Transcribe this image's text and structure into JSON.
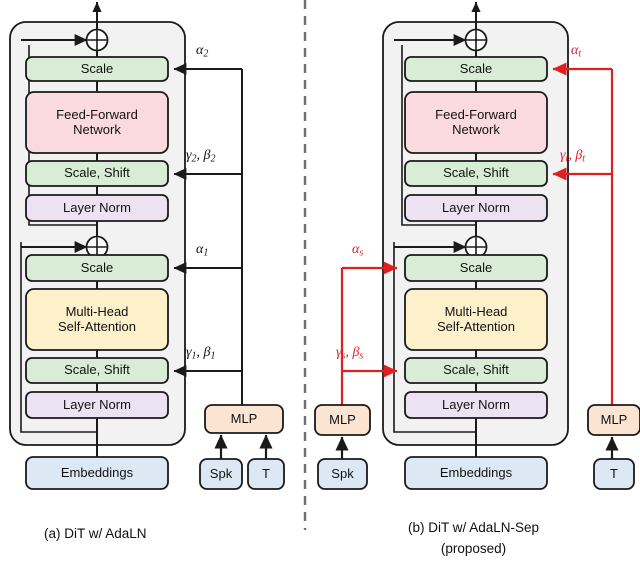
{
  "figure": {
    "title": "DiT AdaLN vs AdaLN-Sep architecture comparison",
    "captions": {
      "a": "(a) DiT w/ AdaLN",
      "b_line1": "(b) DiT w/ AdaLN-Sep",
      "b_line2": "(proposed)"
    },
    "divider": "vertical-dashed-separator"
  },
  "colors": {
    "green": "#d9ecd5",
    "pink": "#fadade",
    "yellow": "#fdf1cb",
    "purple": "#ece2f1",
    "blue": "#dce8f4",
    "orange": "#fce4d2",
    "panel": "#f2f2f2",
    "stroke": "#1a1a1a",
    "red": "#e02020"
  },
  "panel_a": {
    "name": "DiT w/ AdaLN",
    "blocks": [
      {
        "id": "a-scale-2",
        "label": "Scale",
        "color": "green"
      },
      {
        "id": "a-ffn",
        "label": "Feed-Forward\nNetwork",
        "color": "pink"
      },
      {
        "id": "a-scale-shift-2",
        "label": "Scale, Shift",
        "color": "green"
      },
      {
        "id": "a-layer-norm-2",
        "label": "Layer Norm",
        "color": "purple"
      },
      {
        "id": "a-scale-1",
        "label": "Scale",
        "color": "green"
      },
      {
        "id": "a-mhsa",
        "label": "Multi-Head\nSelf-Attention",
        "color": "yellow"
      },
      {
        "id": "a-scale-shift-1",
        "label": "Scale, Shift",
        "color": "green"
      },
      {
        "id": "a-layer-norm-1",
        "label": "Layer Norm",
        "color": "purple"
      },
      {
        "id": "a-embeddings",
        "label": "Embeddings",
        "color": "blue"
      },
      {
        "id": "a-mlp",
        "label": "MLP",
        "color": "orange"
      },
      {
        "id": "a-spk",
        "label": "Spk",
        "color": "blue"
      },
      {
        "id": "a-t",
        "label": "T",
        "color": "blue"
      }
    ],
    "block_labels": {
      "ffn_line1": "Feed-Forward",
      "ffn_line2": "Network",
      "mhsa_line1": "Multi-Head",
      "mhsa_line2": "Self-Attention",
      "scale": "Scale",
      "scale_shift": "Scale, Shift",
      "layer_norm": "Layer Norm",
      "embeddings": "Embeddings",
      "mlp": "MLP",
      "spk": "Spk",
      "t": "T"
    },
    "conditioning_signals": [
      {
        "id": "alpha2",
        "glyph": "α",
        "sub": "2",
        "target": "a-scale-2",
        "color": "#1a1a1a"
      },
      {
        "id": "gamma2beta2",
        "glyph": "γ",
        "sub": "2",
        "second_glyph": "β",
        "second_sub": "2",
        "target": "a-scale-shift-2",
        "color": "#1a1a1a"
      },
      {
        "id": "alpha1",
        "glyph": "α",
        "sub": "1",
        "target": "a-scale-1",
        "color": "#1a1a1a"
      },
      {
        "id": "gamma1beta1",
        "glyph": "γ",
        "sub": "1",
        "second_glyph": "β",
        "second_sub": "1",
        "target": "a-scale-shift-1",
        "color": "#1a1a1a"
      }
    ]
  },
  "panel_b": {
    "name": "DiT w/ AdaLN-Sep (proposed)",
    "blocks": [
      {
        "id": "b-scale-2",
        "label": "Scale",
        "color": "green"
      },
      {
        "id": "b-ffn",
        "label": "Feed-Forward\nNetwork",
        "color": "pink"
      },
      {
        "id": "b-scale-shift-2",
        "label": "Scale, Shift",
        "color": "green"
      },
      {
        "id": "b-layer-norm-2",
        "label": "Layer Norm",
        "color": "purple"
      },
      {
        "id": "b-scale-1",
        "label": "Scale",
        "color": "green"
      },
      {
        "id": "b-mhsa",
        "label": "Multi-Head\nSelf-Attention",
        "color": "yellow"
      },
      {
        "id": "b-scale-shift-1",
        "label": "Scale, Shift",
        "color": "green"
      },
      {
        "id": "b-layer-norm-1",
        "label": "Layer Norm",
        "color": "purple"
      },
      {
        "id": "b-embeddings",
        "label": "Embeddings",
        "color": "blue"
      },
      {
        "id": "b-mlp-spk",
        "label": "MLP",
        "color": "orange"
      },
      {
        "id": "b-mlp-t",
        "label": "MLP",
        "color": "orange"
      },
      {
        "id": "b-spk",
        "label": "Spk",
        "color": "blue"
      },
      {
        "id": "b-t",
        "label": "T",
        "color": "blue"
      }
    ],
    "block_labels": {
      "ffn_line1": "Feed-Forward",
      "ffn_line2": "Network",
      "mhsa_line1": "Multi-Head",
      "mhsa_line2": "Self-Attention",
      "scale": "Scale",
      "scale_shift": "Scale, Shift",
      "layer_norm": "Layer Norm",
      "embeddings": "Embeddings",
      "mlp": "MLP",
      "spk": "Spk",
      "t": "T"
    },
    "conditioning_signals": [
      {
        "id": "alpha_t",
        "glyph": "α",
        "sub": "t",
        "target": "b-scale-2",
        "color": "#e02020"
      },
      {
        "id": "gamma_t_beta_t",
        "glyph": "γ",
        "sub": "t",
        "second_glyph": "β",
        "second_sub": "t",
        "target": "b-scale-shift-2",
        "color": "#e02020"
      },
      {
        "id": "alpha_s",
        "glyph": "α",
        "sub": "s",
        "target": "b-scale-1",
        "color": "#e02020"
      },
      {
        "id": "gamma_s_beta_s",
        "glyph": "γ",
        "sub": "s",
        "second_glyph": "β",
        "second_sub": "s",
        "target": "b-scale-shift-1",
        "color": "#e02020"
      }
    ]
  }
}
